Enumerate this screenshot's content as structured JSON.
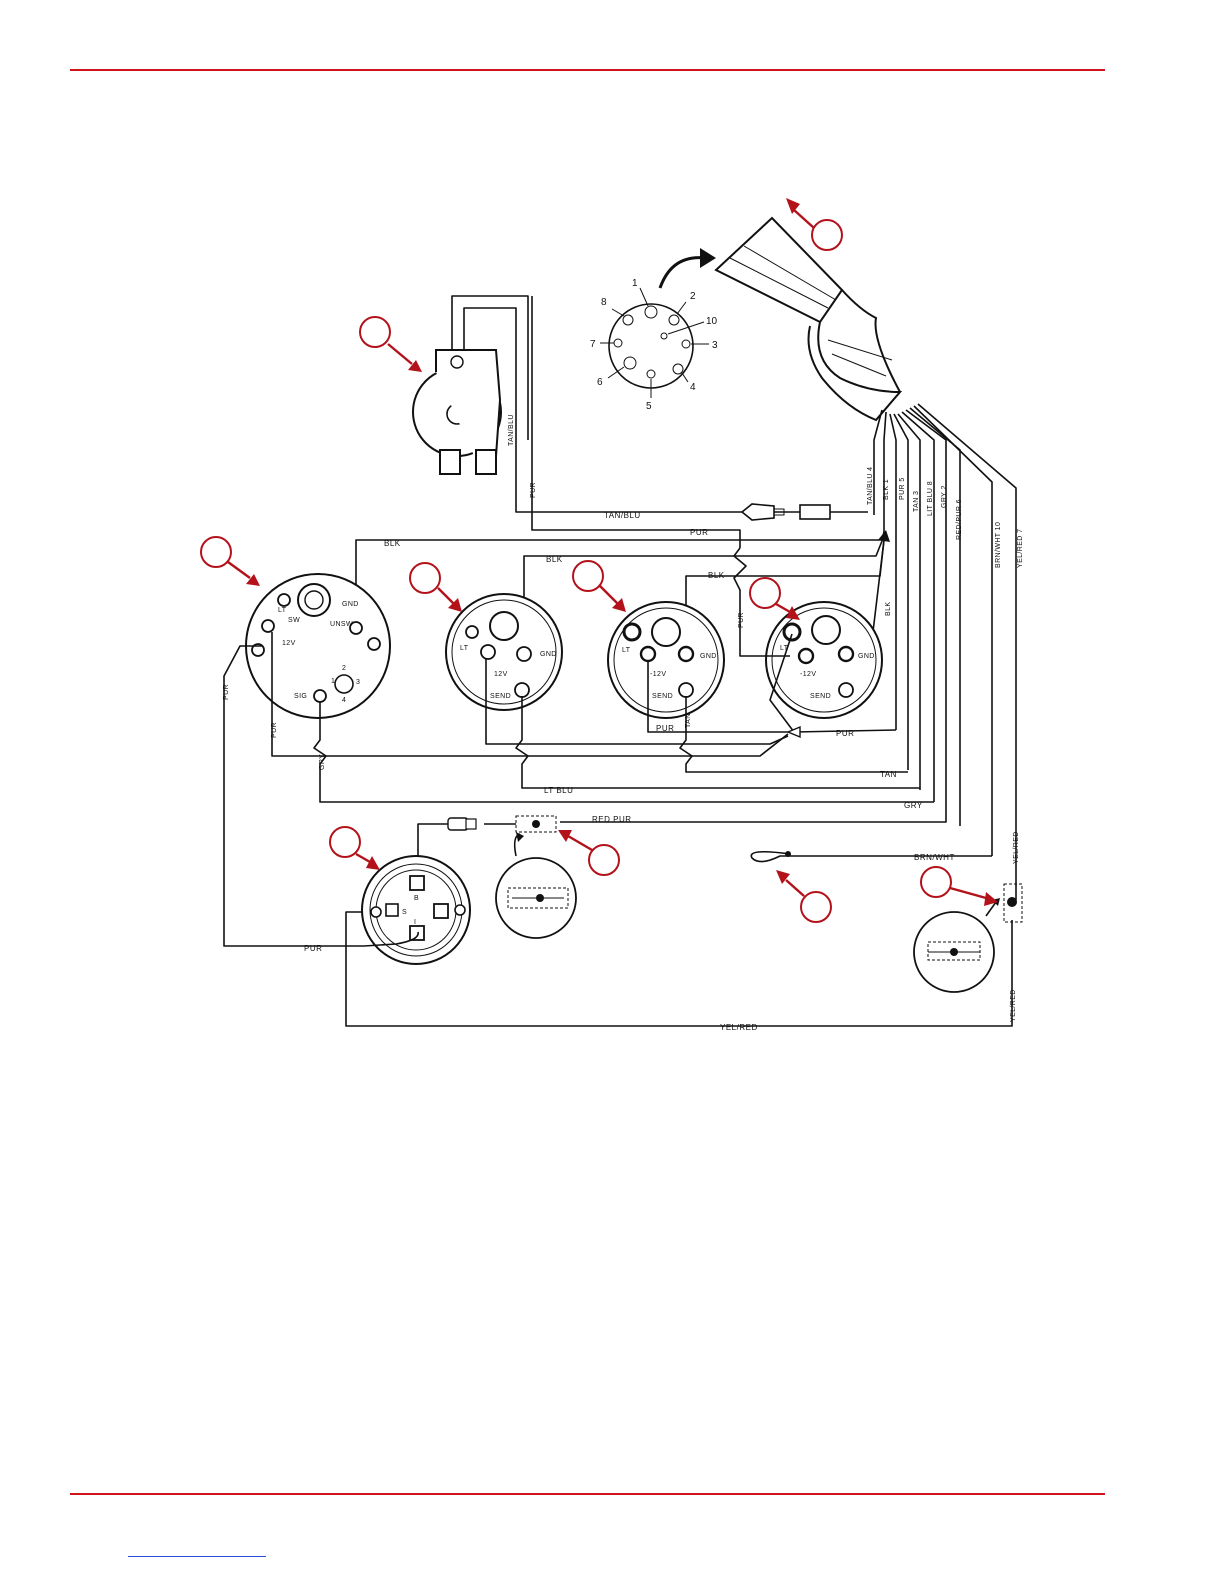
{
  "colors": {
    "rule": "#d0141c",
    "callout": "#b3121b",
    "footer_link": "#2a4bd7"
  },
  "connector_pins": [
    "1",
    "2",
    "3",
    "4",
    "5",
    "6",
    "7",
    "8",
    "10"
  ],
  "harness_wires": [
    "TAN/BLU 4",
    "BLK 1",
    "PUR 5",
    "TAN 3",
    "LIT BLU 8",
    "GRY 2",
    "RED/PUR 6",
    "BRN/WHT 10",
    "YEL/RED 7"
  ],
  "wire_labels": {
    "tan_blu": "TAN/BLU",
    "pur": "PUR",
    "blk": "BLK",
    "tan": "TAN",
    "lt_blu": "LT BLU",
    "gry": "GRY",
    "red_pur": "RED PUR",
    "brn_wht": "BRN/WHT",
    "yel_red": "YEL/RED"
  },
  "tach_terminals": {
    "lt": "LT",
    "sw": "SW",
    "gnd": "GND",
    "unsw": "UNSW",
    "v12": "12V",
    "sig": "SIG",
    "d1": "1",
    "d2": "2",
    "d3": "3",
    "d4": "4"
  },
  "gauge_terminals": {
    "lt": "LT",
    "v12": "12V",
    "v12b": "-12V",
    "gnd": "GND",
    "send": "SEND"
  },
  "ignition_terminals": {
    "b": "B",
    "s": "S",
    "i": "I"
  }
}
